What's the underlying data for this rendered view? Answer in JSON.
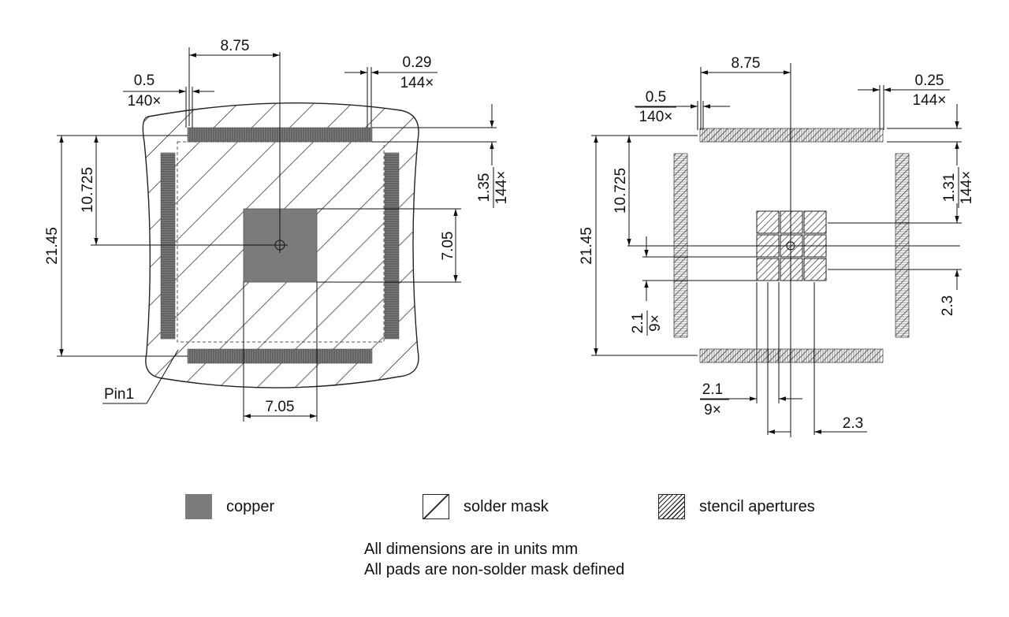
{
  "left_view": {
    "dims": {
      "pad_to_center": "8.75",
      "pitch": "0.5",
      "pitch_count": "140×",
      "pad_width": "0.29",
      "pad_width_count": "144×",
      "pad_length": "1.35",
      "pad_length_count": "144×",
      "half_span": "10.725",
      "full_span": "21.45",
      "exposed_pad_height": "7.05",
      "exposed_pad_width": "7.05"
    },
    "pin1_label": "Pin1"
  },
  "right_view": {
    "dims": {
      "pad_to_center": "8.75",
      "pitch": "0.5",
      "pitch_count": "140×",
      "pad_width": "0.25",
      "pad_width_count": "144×",
      "pad_length": "1.31",
      "pad_length_count": "144×",
      "half_span": "10.725",
      "full_span": "21.45",
      "aperture_size": "2.1",
      "aperture_count": "9×",
      "aperture_pitch": "2.3",
      "aperture_size_h": "2.1",
      "aperture_count_h": "9×",
      "aperture_pitch_h": "2.3"
    }
  },
  "legend": {
    "copper": "copper",
    "solder_mask": "solder mask",
    "stencil": "stencil apertures"
  },
  "notes": {
    "line1": "All dimensions are in units mm",
    "line2": "All pads are non-solder mask defined"
  },
  "colors": {
    "copper": "#7b7b7b",
    "ink": "#111111"
  }
}
